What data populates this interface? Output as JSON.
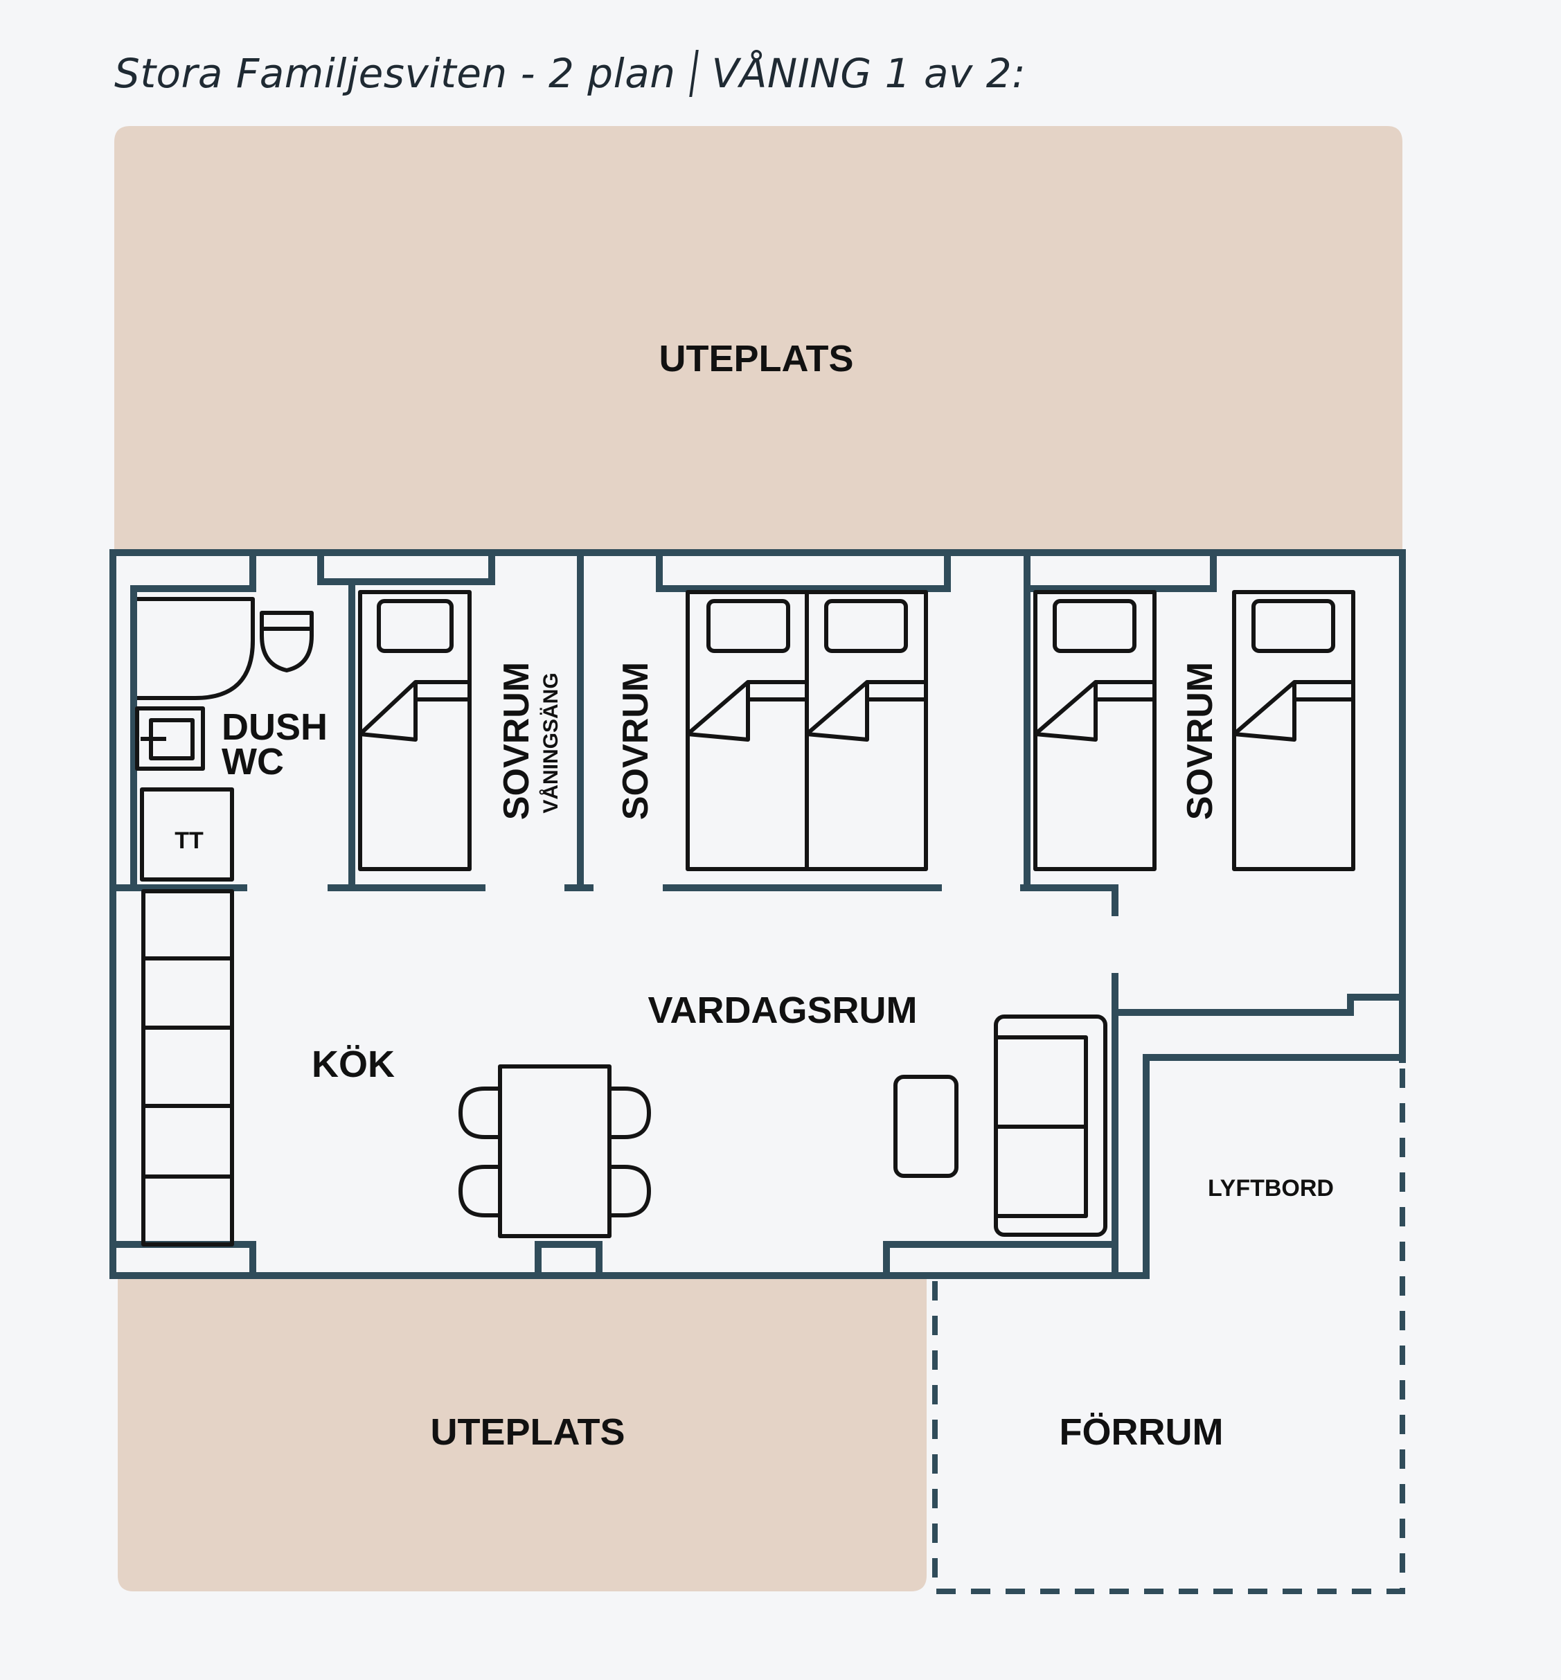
{
  "header": {
    "title": "Stora Familjesviten - 2 plan",
    "floor": "VÅNING 1  av 2:"
  },
  "rooms": {
    "uteplats_top": "UTEPLATS",
    "uteplats_bottom": "UTEPLATS",
    "dush": "DUSH",
    "wc": "WC",
    "tt": "TT",
    "sovrum_1": "SOVRUM",
    "vaningsang": "VÅNINGSÄNG",
    "sovrum_2": "SOVRUM",
    "sovrum_3": "SOVRUM",
    "kok": "KÖK",
    "vardagsrum": "VARDAGSRUM",
    "lyftbord": "LYFTBORD",
    "forrum": "FÖRRUM"
  },
  "colors": {
    "patio": "#e4d3c6",
    "wall": "#304c5a",
    "furniture": "#141414",
    "background": "#f5f6f8"
  }
}
